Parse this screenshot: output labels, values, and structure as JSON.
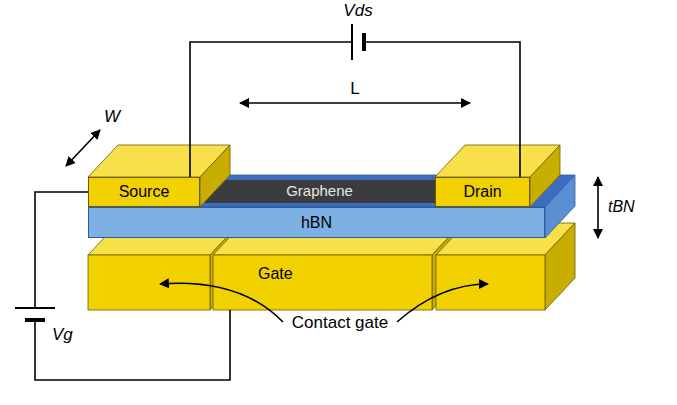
{
  "diagram": {
    "nodes": [
      {
        "text": [
          "Source"
        ]
      },
      {
        "text": [
          "Graphene"
        ]
      },
      {
        "text": [
          "Drain"
        ]
      },
      {
        "text": [
          "hBN"
        ]
      },
      {
        "text": [
          "Gate"
        ]
      }
    ],
    "edges": [
      {
        "from": 0,
        "to": 2,
        "arrow": "none",
        "label": "Vds"
      },
      {
        "from": 0,
        "to": 4,
        "arrow": "none",
        "label": "Vg"
      }
    ],
    "labels": [
      "L",
      "W",
      "tBN",
      "Contact gate"
    ]
  }
}
